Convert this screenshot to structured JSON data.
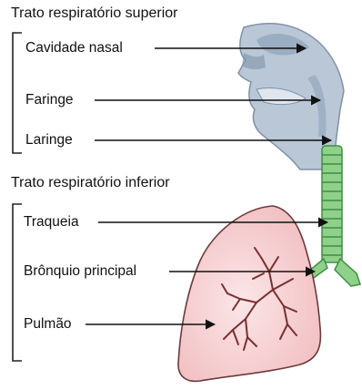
{
  "groups": {
    "upper": {
      "title": "Trato respiratório superior",
      "parts": [
        "Cavidade nasal",
        "Faringe",
        "Laringe"
      ]
    },
    "lower": {
      "title": "Trato respiratório inferior",
      "parts": [
        "Traqueia",
        "Brônquio principal",
        "Pulmão"
      ]
    }
  },
  "colors": {
    "airway_upper": "#b9c7d6",
    "airway_upper_dark": "#7f92a6",
    "trachea": "#8fd08a",
    "trachea_dark": "#3f8f3f",
    "lung": "#f3c5c7",
    "lung_edge": "#6b3a3a",
    "bronchioles": "#7a3030",
    "text": "#111111"
  }
}
